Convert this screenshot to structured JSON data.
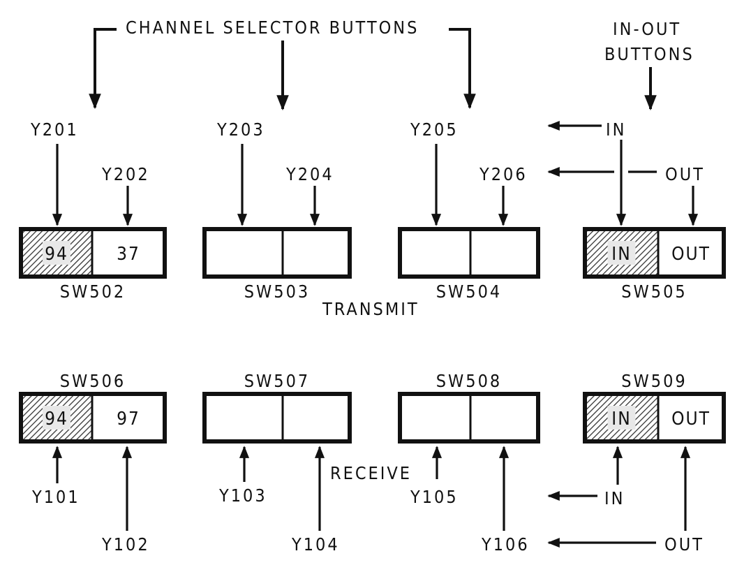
{
  "title_labels": {
    "channel_selector": "CHANNEL SELECTOR BUTTONS",
    "in_out_line1": "IN-OUT",
    "in_out_line2": "BUTTONS",
    "transmit": "TRANSMIT",
    "receive": "RECEIVE"
  },
  "transmit": {
    "switches": [
      {
        "id": "SW502",
        "left": {
          "text": "94",
          "pressed": true,
          "feed": "Y201"
        },
        "right": {
          "text": "37",
          "pressed": false,
          "feed": "Y202"
        }
      },
      {
        "id": "SW503",
        "left": {
          "text": "",
          "pressed": false,
          "feed": "Y203"
        },
        "right": {
          "text": "",
          "pressed": false,
          "feed": "Y204"
        }
      },
      {
        "id": "SW504",
        "left": {
          "text": "",
          "pressed": false,
          "feed": "Y205"
        },
        "right": {
          "text": "",
          "pressed": false,
          "feed": "Y206"
        }
      },
      {
        "id": "SW505",
        "left": {
          "text": "IN",
          "pressed": true
        },
        "right": {
          "text": "OUT",
          "pressed": false
        }
      }
    ],
    "in_label": "IN",
    "out_label": "OUT"
  },
  "receive": {
    "switches": [
      {
        "id": "SW506",
        "left": {
          "text": "94",
          "pressed": true,
          "feed": "Y101"
        },
        "right": {
          "text": "97",
          "pressed": false,
          "feed": "Y102"
        }
      },
      {
        "id": "SW507",
        "left": {
          "text": "",
          "pressed": false,
          "feed": "Y103"
        },
        "right": {
          "text": "",
          "pressed": false,
          "feed": "Y104"
        }
      },
      {
        "id": "SW508",
        "left": {
          "text": "",
          "pressed": false,
          "feed": "Y105"
        },
        "right": {
          "text": "",
          "pressed": false,
          "feed": "Y106"
        }
      },
      {
        "id": "SW509",
        "left": {
          "text": "IN",
          "pressed": true
        },
        "right": {
          "text": "OUT",
          "pressed": false
        }
      }
    ],
    "in_label": "IN",
    "out_label": "OUT"
  },
  "colors": {
    "ink": "#111111",
    "background": "#ffffff",
    "hatch": "#333333"
  }
}
